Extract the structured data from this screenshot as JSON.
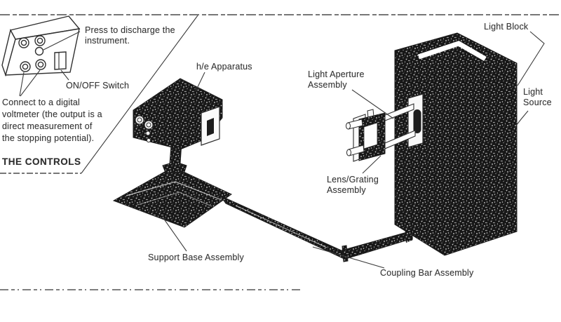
{
  "document": {
    "kind": "scanned equipment diagram",
    "ink_color": "#3a3a3a",
    "speckle_color": "#171717",
    "paper_color": "#ffffff"
  },
  "inset": {
    "heading": "THE CONTROLS",
    "press_lines": [
      "Press to discharge the",
      "instrument."
    ],
    "onoff_label": "ON/OFF Switch",
    "voltmeter_lines": [
      "Connect to a digital",
      "voltmeter (the output is a",
      "direct measurement of",
      "the stopping potential)."
    ]
  },
  "labels": {
    "he_apparatus": "h/e Apparatus",
    "light_aperture_lines": [
      "Light Aperture",
      "Assembly"
    ],
    "light_block": "Light Block",
    "light_source_lines": [
      "Light",
      "Source"
    ],
    "lens_grating_lines": [
      "Lens/Grating",
      "Assembly"
    ],
    "support_base": "Support Base Assembly",
    "coupling_bar": "Coupling Bar Assembly"
  }
}
